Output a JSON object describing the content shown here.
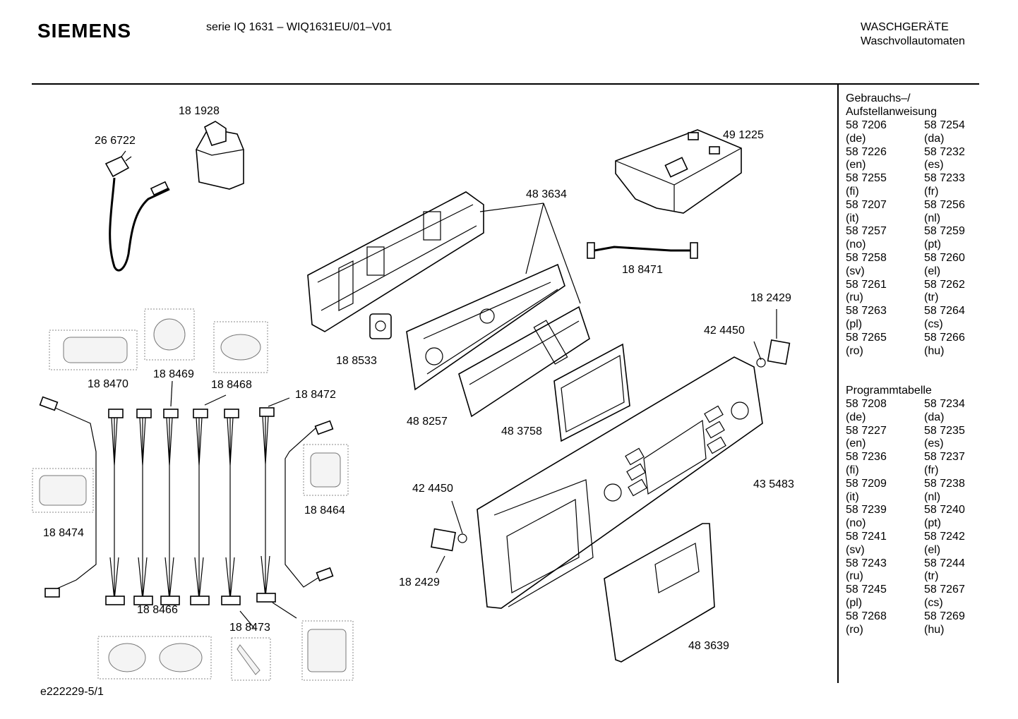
{
  "header": {
    "brand": "SIEMENS",
    "series": "serie IQ 1631 – WIQ1631EU/01–V01",
    "category_line1": "WASCHGERÄTE",
    "category_line2": "Waschvollautomaten"
  },
  "parts": {
    "p266722": "26 6722",
    "p181928": "18 1928",
    "p491225": "49 1225",
    "p483634": "48 3634",
    "p188471": "18 8471",
    "p182429_top": "18 2429",
    "p424450_top": "42 4450",
    "p188533": "18 8533",
    "p188470": "18 8470",
    "p188469": "18 8469",
    "p188468": "18 8468",
    "p188472": "18 8472",
    "p488257": "48 8257",
    "p483758": "48 3758",
    "p435483": "43 5483",
    "p188464": "18 8464",
    "p188474": "18 8474",
    "p424450_bottom": "42 4450",
    "p182429_bottom": "18 2429",
    "p188466": "18 8466",
    "p188473": "18 8473",
    "p483639": "48 3639"
  },
  "sidebar": {
    "manual_title_1": "Gebrauchs–/",
    "manual_title_2": "Aufstellanweisung",
    "manual_rows": [
      {
        "c1": "58 7206",
        "c2": "58 7254"
      },
      {
        "c1": "(de)",
        "c2": "(da)"
      },
      {
        "c1": "58 7226",
        "c2": "58 7232"
      },
      {
        "c1": "(en)",
        "c2": "(es)"
      },
      {
        "c1": "58 7255",
        "c2": "58 7233"
      },
      {
        "c1": "(fi)",
        "c2": "(fr)"
      },
      {
        "c1": "58 7207",
        "c2": "58 7256"
      },
      {
        "c1": "(it)",
        "c2": "(nl)"
      },
      {
        "c1": "58 7257",
        "c2": "58 7259"
      },
      {
        "c1": "(no)",
        "c2": "(pt)"
      },
      {
        "c1": "58 7258",
        "c2": "58 7260"
      },
      {
        "c1": "(sv)",
        "c2": "(el)"
      },
      {
        "c1": "58 7261",
        "c2": "58 7262"
      },
      {
        "c1": "(ru)",
        "c2": "(tr)"
      },
      {
        "c1": "58 7263",
        "c2": "58 7264"
      },
      {
        "c1": "(pl)",
        "c2": "(cs)"
      },
      {
        "c1": "58 7265",
        "c2": "58 7266"
      },
      {
        "c1": "(ro)",
        "c2": "(hu)"
      }
    ],
    "program_title": "Programmtabelle",
    "program_rows": [
      {
        "c1": "58 7208",
        "c2": "58 7234"
      },
      {
        "c1": "(de)",
        "c2": "(da)"
      },
      {
        "c1": "58 7227",
        "c2": "58 7235"
      },
      {
        "c1": "(en)",
        "c2": "(es)"
      },
      {
        "c1": "58 7236",
        "c2": "58 7237"
      },
      {
        "c1": "(fi)",
        "c2": "(fr)"
      },
      {
        "c1": "58 7209",
        "c2": "58 7238"
      },
      {
        "c1": "(it)",
        "c2": "(nl)"
      },
      {
        "c1": "58 7239",
        "c2": "58 7240"
      },
      {
        "c1": "(no)",
        "c2": "(pt)"
      },
      {
        "c1": "58 7241",
        "c2": "58 7242"
      },
      {
        "c1": "(sv)",
        "c2": "(el)"
      },
      {
        "c1": "58 7243",
        "c2": "58 7244"
      },
      {
        "c1": "(ru)",
        "c2": "(tr)"
      },
      {
        "c1": "58 7245",
        "c2": "58 7267"
      },
      {
        "c1": "(pl)",
        "c2": "(cs)"
      },
      {
        "c1": "58 7268",
        "c2": "58 7269"
      },
      {
        "c1": "(ro)",
        "c2": "(hu)"
      }
    ]
  },
  "footer": {
    "drawing_id": "e222229-5/1"
  }
}
